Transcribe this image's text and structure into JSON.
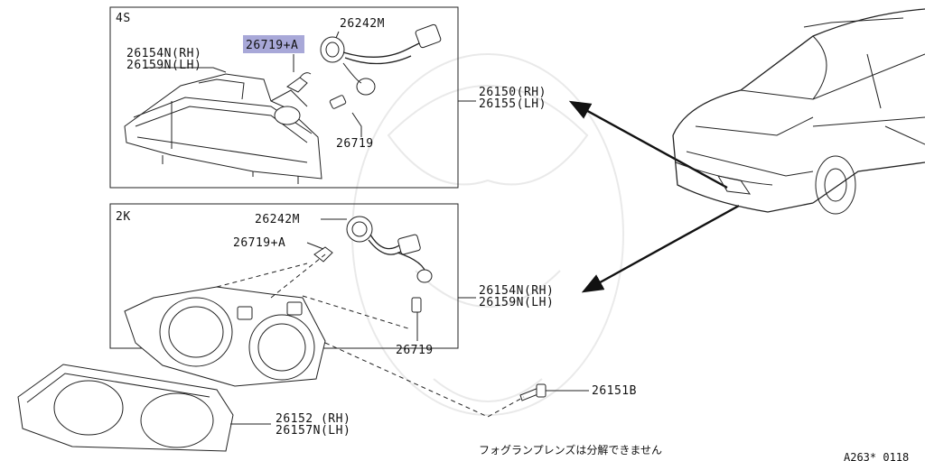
{
  "box_4s": {
    "title": "4S",
    "label_26154n_rh": "26154N(RH)",
    "label_26159n_lh": "26159N(LH)",
    "label_26719_a": "26719+A",
    "label_26242m": "26242M",
    "label_26719": "26719"
  },
  "box_2k": {
    "title": "2K",
    "label_26242m": "26242M",
    "label_26719_a": "26719+A",
    "label_26719": "26719"
  },
  "assembly_upper": {
    "line1": "26150(RH)",
    "line2": "26155(LH)"
  },
  "assembly_lower": {
    "line1": "26154N(RH)",
    "line2": "26159N(LH)"
  },
  "bolt_label": "26151B",
  "lens_rim": {
    "line1": "26152 (RH)",
    "line2": "26157N(LH)"
  },
  "footnote": "フォグランプレンズは分解できません",
  "diagram_code": "A263* 0118",
  "colors": {
    "highlight": "#a8a8d8",
    "ink": "#222222"
  }
}
